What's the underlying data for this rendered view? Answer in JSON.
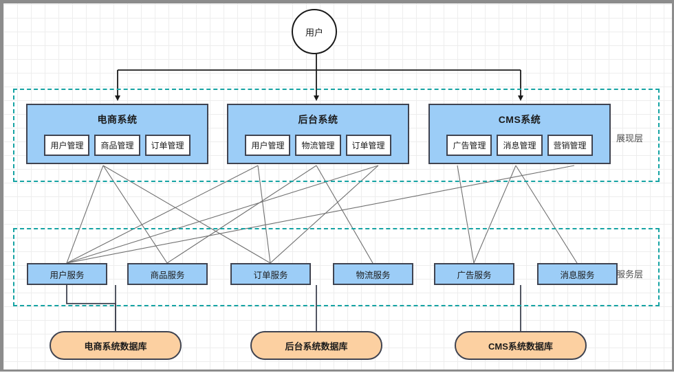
{
  "diagram": {
    "actor": {
      "label": "用户"
    },
    "layers": [
      {
        "id": "presentation",
        "label": "展现层"
      },
      {
        "id": "service",
        "label": "服务层"
      }
    ],
    "systems": [
      {
        "id": "ecommerce",
        "title": "电商系统",
        "modules": [
          "用户管理",
          "商品管理",
          "订单管理"
        ]
      },
      {
        "id": "backoffice",
        "title": "后台系统",
        "modules": [
          "用户管理",
          "物流管理",
          "订单管理"
        ]
      },
      {
        "id": "cms",
        "title": "CMS系统",
        "modules": [
          "广告管理",
          "消息管理",
          "营销管理"
        ]
      }
    ],
    "services": [
      {
        "id": "user-service",
        "label": "用户服务"
      },
      {
        "id": "product-service",
        "label": "商品服务"
      },
      {
        "id": "order-service",
        "label": "订单服务"
      },
      {
        "id": "logistics-service",
        "label": "物流服务"
      },
      {
        "id": "ad-service",
        "label": "广告服务"
      },
      {
        "id": "message-service",
        "label": "消息服务"
      }
    ],
    "databases": [
      {
        "id": "ecommerce-db",
        "label": "电商系统数据库"
      },
      {
        "id": "backoffice-db",
        "label": "后台系统数据库"
      },
      {
        "id": "cms-db",
        "label": "CMS系统数据库"
      }
    ],
    "colors": {
      "system_fill": "#9ccdf7",
      "service_fill": "#9ccdf7",
      "database_fill": "#fcd0a1",
      "layer_border": "#15a3a3",
      "shape_stroke": "#3f4350",
      "connector": "#6f6f6f",
      "grid": "#ededed"
    }
  }
}
